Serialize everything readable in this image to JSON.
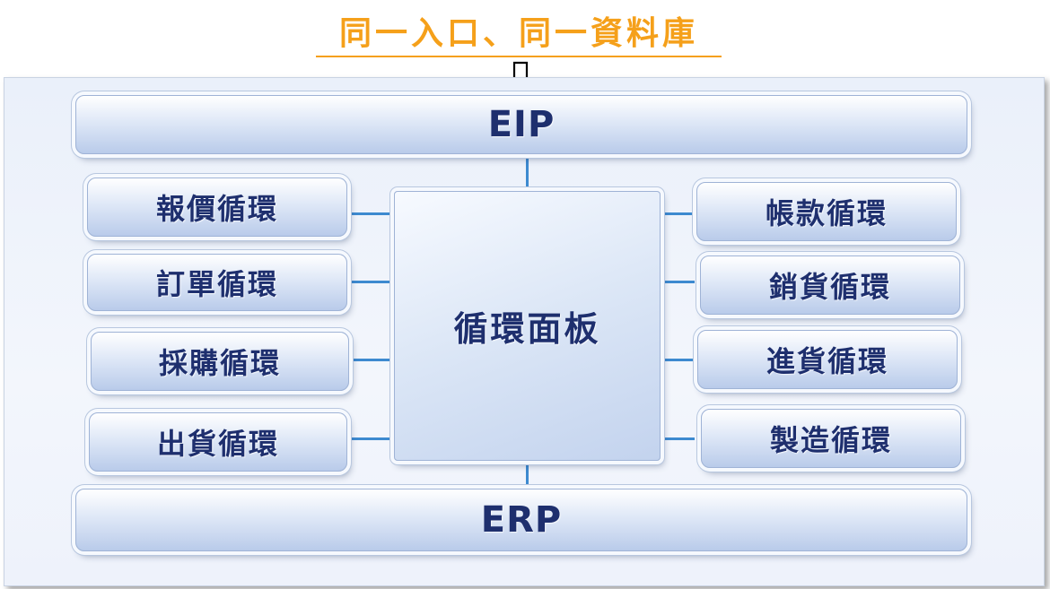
{
  "header": {
    "title": "同一入口、同一資料庫"
  },
  "diagram": {
    "top_bar": "EIP",
    "bottom_bar": "ERP",
    "center": "循環面板",
    "left_items": [
      "報價循環",
      "訂單循環",
      "採購循環",
      "出貨循環"
    ],
    "right_items": [
      "帳款循環",
      "銷貨循環",
      "進貨循環",
      "製造循環"
    ]
  },
  "colors": {
    "title": "#f5a01a",
    "box_text": "#1e2f6e",
    "connector": "#3d8ad0"
  },
  "icons": {
    "arrow": "down-arrow-icon"
  }
}
